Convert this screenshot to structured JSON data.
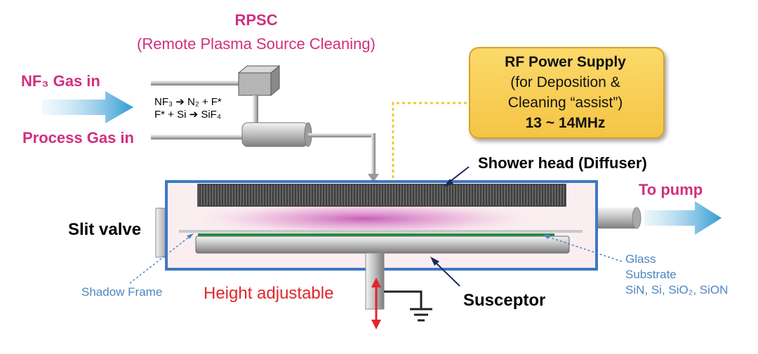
{
  "rpsc": {
    "title": "RPSC",
    "subtitle": "(Remote Plasma Source Cleaning)",
    "reaction_1": "NF₃ ➔ N₂ + F*",
    "reaction_2": "F* + Si ➔ SiF₄"
  },
  "inputs": {
    "nf3_gas_label": "NF₃ Gas in",
    "process_gas_label": "Process Gas in"
  },
  "rf_power_supply": {
    "title": "RF Power Supply",
    "line_2": "(for Deposition &",
    "line_3": "Cleaning “assist”)",
    "frequency": "13 ~ 14MHz"
  },
  "chamber": {
    "shower_head_label": "Shower head (Diffuser)",
    "to_pump_label": "To pump",
    "slit_valve_label": "Slit valve",
    "shadow_frame_label": "Shadow Frame",
    "height_label": "Height adjustable",
    "susceptor_label": "Susceptor",
    "glass_label": "Glass",
    "substrate_label": "Substrate",
    "materials_label": "SiN, Si, SiO₂, SiON"
  },
  "colors": {
    "label_magenta": "#d12f7f",
    "annotation_blue": "#4d86c2",
    "chamber_border": "#3d78c2",
    "rf_box_fill": "#f5c445",
    "height_red": "#e0262b"
  }
}
